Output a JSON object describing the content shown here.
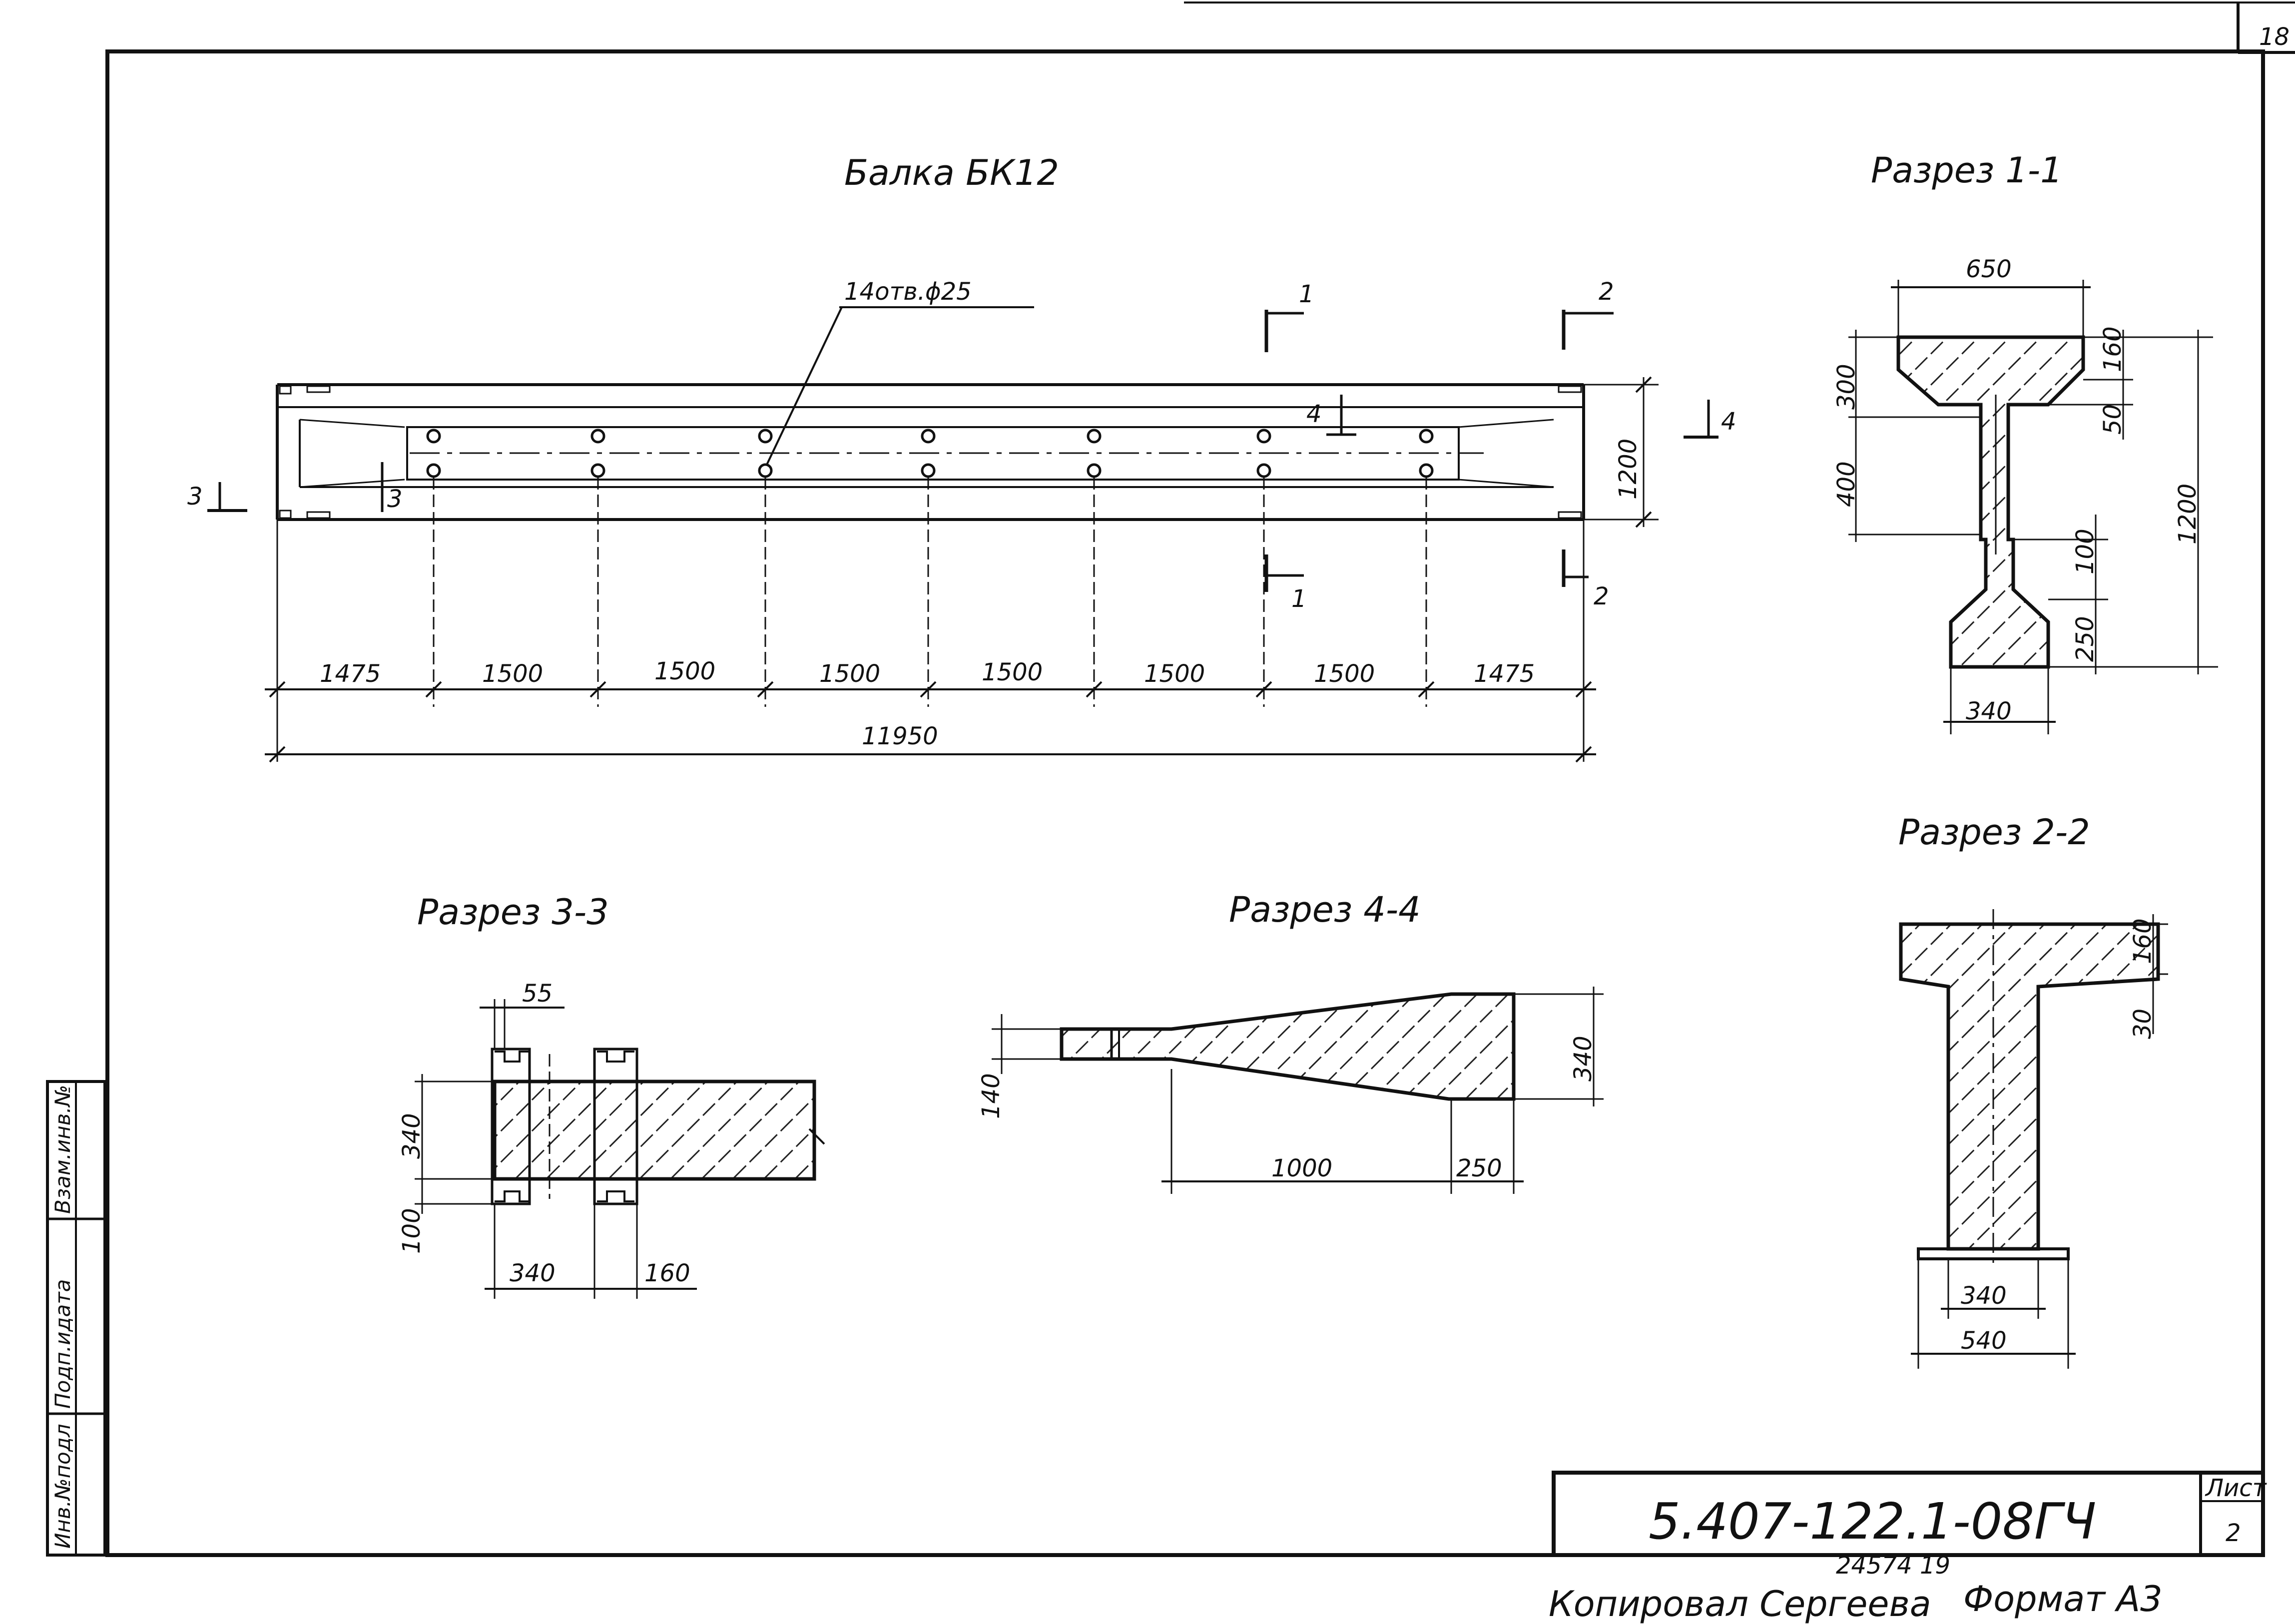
{
  "sheet_number": "18",
  "main_title": "Балка БК12",
  "hole_callout": "14отв.ϕ25",
  "section_marks": {
    "s1": "1",
    "s2": "2",
    "s3": "3",
    "s4": "4"
  },
  "beam_height_dim": "1200",
  "span_dims": [
    "1475",
    "1500",
    "1500",
    "1500",
    "1500",
    "1500",
    "1500",
    "1475"
  ],
  "overall_length": "11950",
  "section_1_1": {
    "title": "Разрез 1-1",
    "top_width": "650",
    "left_top": "300",
    "left_mid": "400",
    "right_flange": "160",
    "right_taper": "50",
    "right_web": "100",
    "right_bottom": "250",
    "total_height": "1200",
    "bottom_width": "340"
  },
  "section_2_2": {
    "title": "Разрез 2-2",
    "right_flange": "160",
    "right_taper": "30",
    "inner_width": "340",
    "outer_width": "540"
  },
  "section_3_3": {
    "title": "Разрез 3-3",
    "top_dim": "55",
    "left_height": "340",
    "left_bottom": "100",
    "width_dim": "340",
    "plate_dim": "160"
  },
  "section_4_4": {
    "title": "Разрез 4-4",
    "left_height": "140",
    "right_height": "340",
    "taper_length": "1000",
    "end_length": "250"
  },
  "title_block": {
    "code": "5.407-122.1-08ГЧ",
    "sheet_label": "Лист",
    "sheet_value": "2"
  },
  "margin_labels": {
    "col1": "Инв.№подл",
    "col2": "Подп.идата",
    "col3": "Взам.инв.№"
  },
  "footer": {
    "inventory_number": "24574 19",
    "copied_by": "Копировал Сергеева",
    "format": "Формат А3"
  }
}
